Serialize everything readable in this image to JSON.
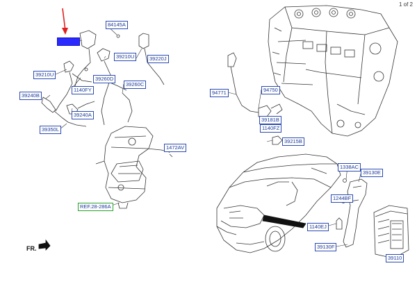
{
  "page": "1 of 2",
  "front_marker": "FR.",
  "highlight_color": "#2a2aff",
  "arrow_color": "#e02020",
  "labels": {
    "p84145A": "84145A",
    "p39210U_top": "39210U",
    "p39220J": "39220J",
    "p39210U_left": "39210U",
    "p39260D": "39260D",
    "p1140FY": "1140FY",
    "p39260C": "39260C",
    "p39240B": "39240B",
    "p39240A": "39240A",
    "p39350L": "39350L",
    "p1472AV": "1472AV",
    "p_ref": "REF.28-286A",
    "p94771": "94771",
    "p94750": "94750",
    "p39181B": "39181B",
    "p1140FZ": "1140FZ",
    "p39215B": "39215B",
    "p1338AC": "1338AC",
    "p39130E": "39130E",
    "p1244BF": "1244BF",
    "p1140EJ": "1140EJ",
    "p39130F": "39130F",
    "p39110": "39110"
  }
}
